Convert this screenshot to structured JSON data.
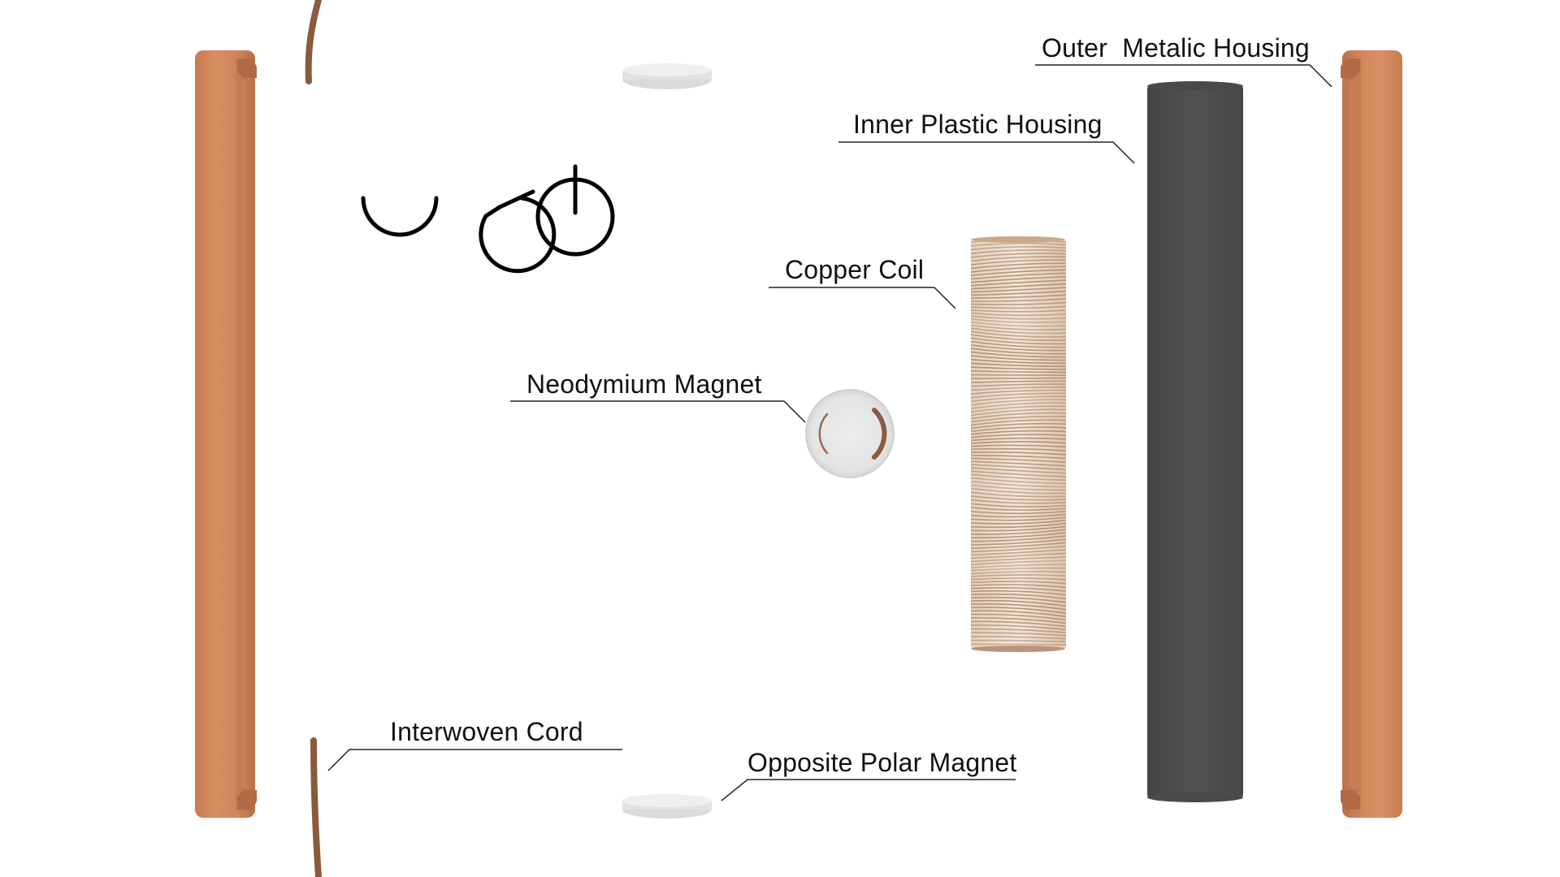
{
  "logo": {
    "text": "UGO",
    "stroke_color": "#000000"
  },
  "colors": {
    "copper": "#D0875D",
    "copper_dark": "#B9714A",
    "copper_light": "#E29A6F",
    "inner_housing": "#4E4E4E",
    "cord": "#8B5A3C",
    "magnet": "#E6E6E6",
    "coil_stripe": "#B08A68",
    "leader_line": "#222222"
  },
  "callouts": {
    "outer_housing": "Outer  Metalic Housing",
    "inner_housing": "Inner Plastic Housing",
    "copper_coil": "Copper Coil",
    "neodymium_magnet": "Neodymium Magnet",
    "interwoven_cord": "Interwoven Cord",
    "opposite_magnet": "Opposite Polar Magnet"
  }
}
